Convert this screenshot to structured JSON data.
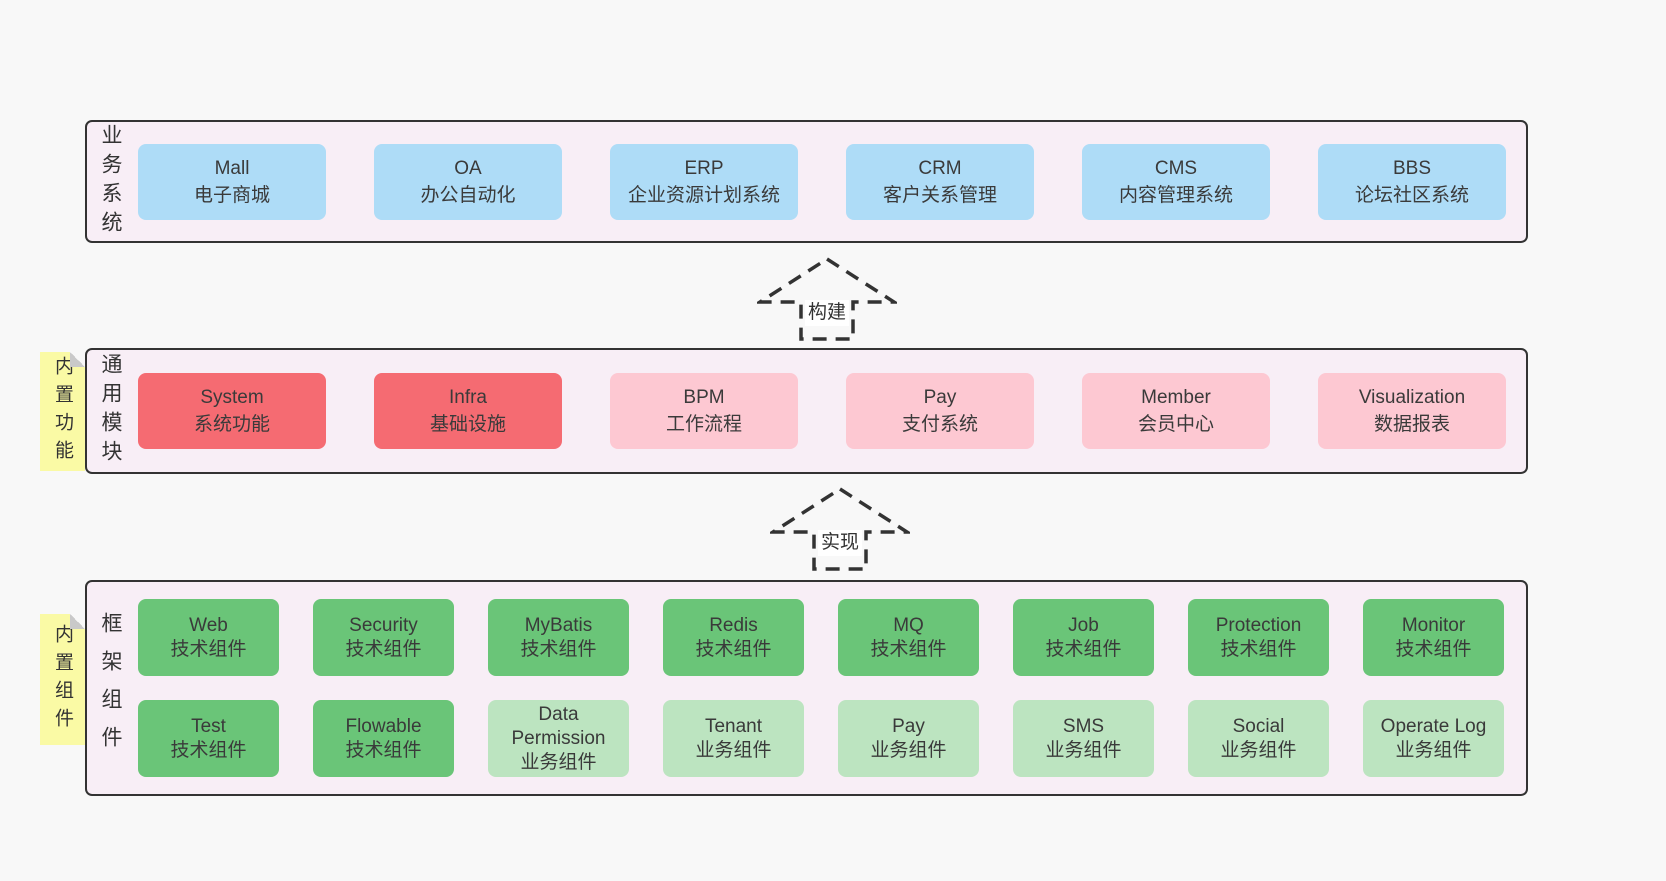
{
  "palette": {
    "page_bg": "#f8f8f8",
    "panel_bg": "#f8eef6",
    "panel_border": "#333333",
    "text": "#3a3a3a",
    "blue": "#aedcf7",
    "red": "#f56b72",
    "pink": "#fdc8d2",
    "green": "#6ac578",
    "light_green": "#bce4c0",
    "yellow_note": "#fafaa5",
    "note_fold": "#c9c9c9",
    "arrow": "#333333",
    "arrow_label_bg": "#ffffff"
  },
  "layers": {
    "business": {
      "side_label": "业务系统",
      "boxes": [
        {
          "title": "Mall",
          "subtitle": "电子商城",
          "variant": "blue"
        },
        {
          "title": "OA",
          "subtitle": "办公自动化",
          "variant": "blue"
        },
        {
          "title": "ERP",
          "subtitle": "企业资源计划系统",
          "variant": "blue"
        },
        {
          "title": "CRM",
          "subtitle": "客户关系管理",
          "variant": "blue"
        },
        {
          "title": "CMS",
          "subtitle": "内容管理系统",
          "variant": "blue"
        },
        {
          "title": "BBS",
          "subtitle": "论坛社区系统",
          "variant": "blue"
        }
      ]
    },
    "modules": {
      "side_label": "通用模块",
      "note": "内置功能",
      "boxes": [
        {
          "title": "System",
          "subtitle": "系统功能",
          "variant": "red"
        },
        {
          "title": "Infra",
          "subtitle": "基础设施",
          "variant": "red"
        },
        {
          "title": "BPM",
          "subtitle": "工作流程",
          "variant": "pink"
        },
        {
          "title": "Pay",
          "subtitle": "支付系统",
          "variant": "pink"
        },
        {
          "title": "Member",
          "subtitle": "会员中心",
          "variant": "pink"
        },
        {
          "title": "Visualization",
          "subtitle": "数据报表",
          "variant": "pink"
        }
      ]
    },
    "components": {
      "side_label": "框架组件",
      "note": "内置组件",
      "row1": [
        {
          "title": "Web",
          "subtitle": "技术组件",
          "variant": "green"
        },
        {
          "title": "Security",
          "subtitle": "技术组件",
          "variant": "green"
        },
        {
          "title": "MyBatis",
          "subtitle": "技术组件",
          "variant": "green"
        },
        {
          "title": "Redis",
          "subtitle": "技术组件",
          "variant": "green"
        },
        {
          "title": "MQ",
          "subtitle": "技术组件",
          "variant": "green"
        },
        {
          "title": "Job",
          "subtitle": "技术组件",
          "variant": "green"
        },
        {
          "title": "Protection",
          "subtitle": "技术组件",
          "variant": "green"
        },
        {
          "title": "Monitor",
          "subtitle": "技术组件",
          "variant": "green"
        }
      ],
      "row2": [
        {
          "title": "Test",
          "subtitle": "技术组件",
          "variant": "green"
        },
        {
          "title": "Flowable",
          "subtitle": "技术组件",
          "variant": "green"
        },
        {
          "title": "Data Permission",
          "subtitle": "业务组件",
          "variant": "lightgreen"
        },
        {
          "title": "Tenant",
          "subtitle": "业务组件",
          "variant": "lightgreen"
        },
        {
          "title": "Pay",
          "subtitle": "业务组件",
          "variant": "lightgreen"
        },
        {
          "title": "SMS",
          "subtitle": "业务组件",
          "variant": "lightgreen"
        },
        {
          "title": "Social",
          "subtitle": "业务组件",
          "variant": "lightgreen"
        },
        {
          "title": "Operate Log",
          "subtitle": "业务组件",
          "variant": "lightgreen"
        }
      ]
    }
  },
  "arrows": {
    "build": {
      "label": "构建"
    },
    "implement": {
      "label": "实现"
    }
  }
}
